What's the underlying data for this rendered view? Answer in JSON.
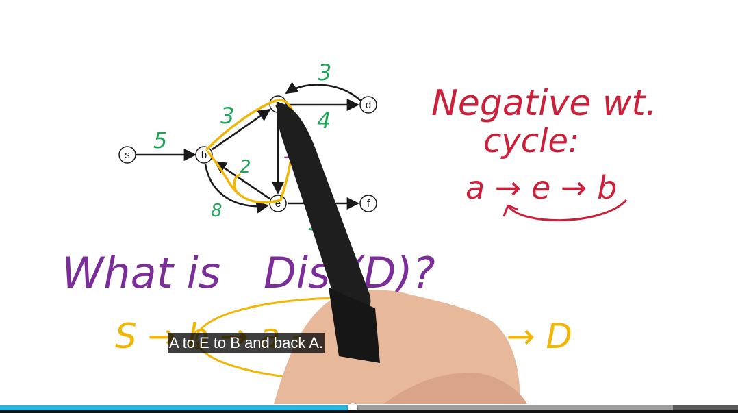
{
  "video": {
    "caption": "A to E to B and back A.",
    "progress_played": 0.478,
    "progress_buffered": 0.912
  },
  "graph": {
    "nodes": [
      "s",
      "b",
      "a",
      "d",
      "e",
      "f"
    ],
    "edge_weights": {
      "s_b": "5",
      "b_a": "3",
      "d_a": "3",
      "a_d": "4",
      "a_e": "-10",
      "e_b": "2",
      "b_e": "8",
      "e_f": "5"
    }
  },
  "notes": {
    "title_line1": "Negative wt.",
    "title_line2": "cycle:",
    "cycle_path": "a → e → b",
    "question_left": "What is",
    "question_right": "Dist(D)?",
    "path_written": "S → b → a → e → b → a → D"
  },
  "colors": {
    "graph_ink": "#1a1a1a",
    "weights": "#1fa55a",
    "negative_cycle_note": "#cc1f3a",
    "question": "#7b2d9a",
    "highlight": "#f2b705",
    "progress_played": "#26b6e0"
  }
}
